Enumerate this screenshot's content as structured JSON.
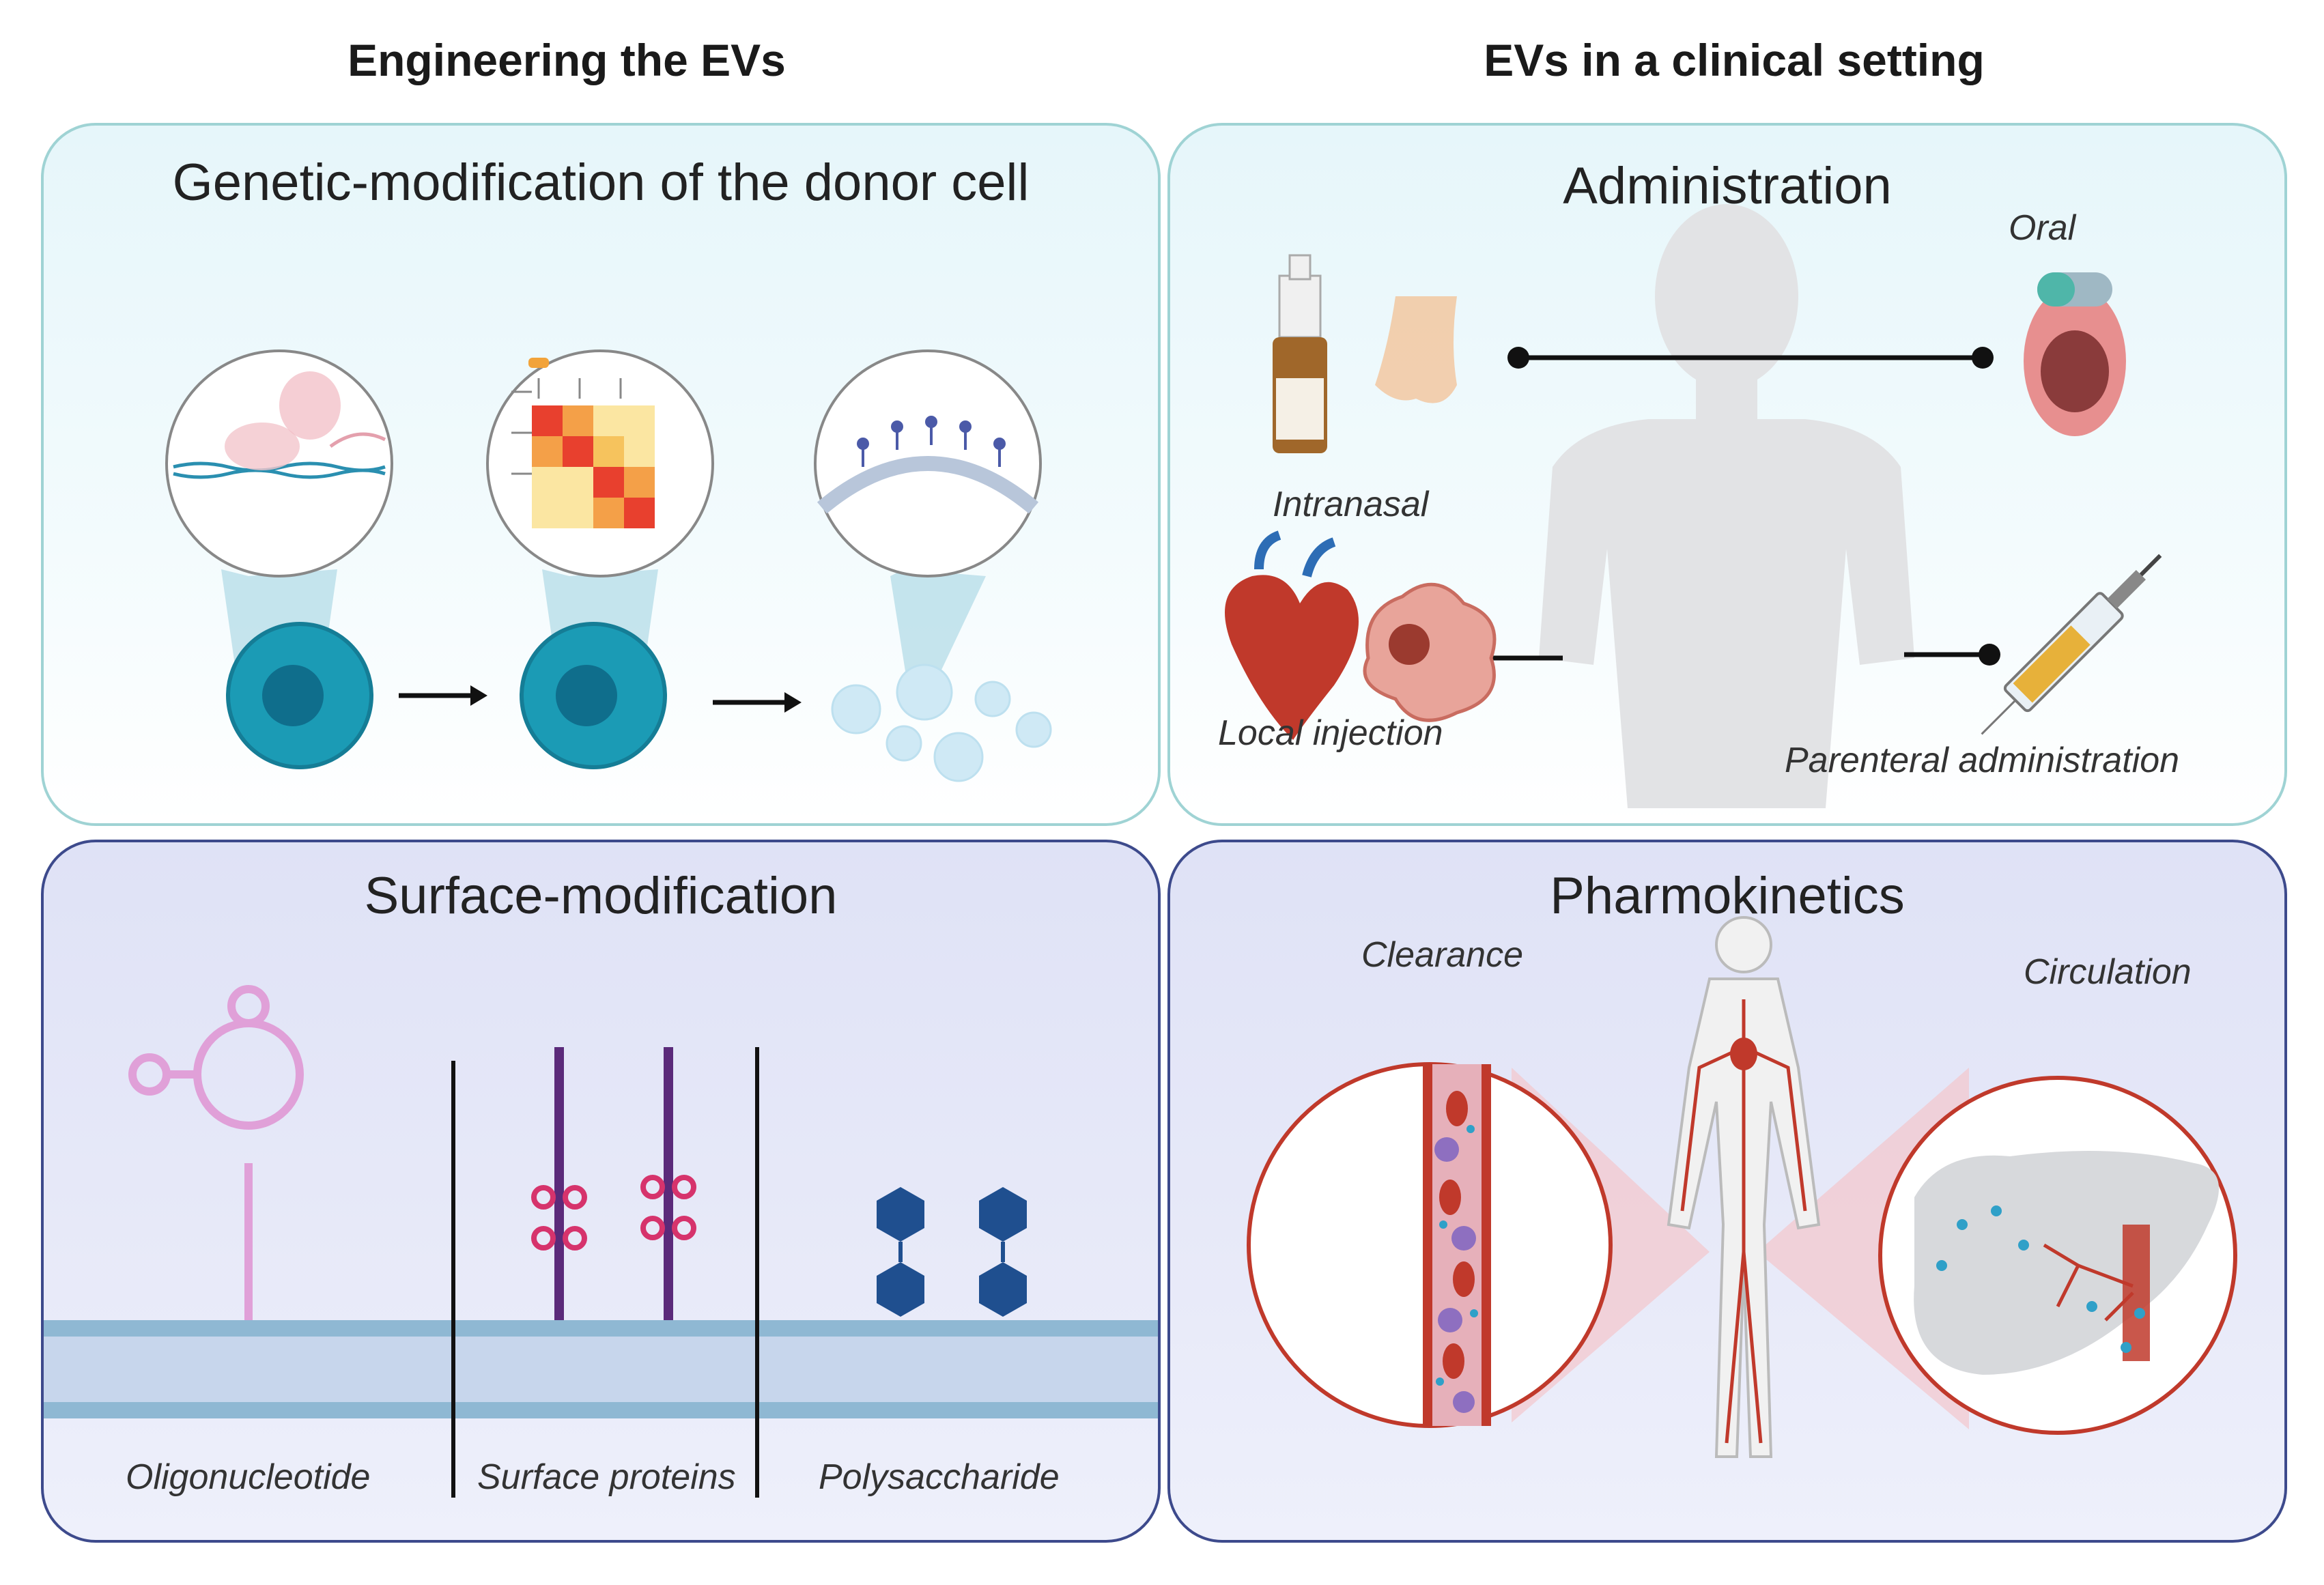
{
  "headers": {
    "left": "Engineering the EVs",
    "right": "EVs in a clinical setting"
  },
  "panels": {
    "genetic": {
      "title": "Genetic-modification of the donor cell"
    },
    "administration": {
      "title": "Administration",
      "labels": {
        "oral": "Oral",
        "intranasal": "Intranasal",
        "local": "Local injection",
        "parenteral": "Parenteral administration"
      }
    },
    "surface": {
      "title": "Surface-modification",
      "labels": {
        "oligo": "Oligonucleotide",
        "proteins": "Surface proteins",
        "poly": "Polysaccharide"
      }
    },
    "pharmo": {
      "title": "Pharmokinetics",
      "labels": {
        "clearance": "Clearance",
        "circulation": "Circulation"
      }
    }
  },
  "colors": {
    "cell_teal": "#1b9bb5",
    "cell_core": "#0f6e8c",
    "ev_bubble": "#cfe9f5",
    "protein_purple": "#5b2a7a",
    "protein_pink": "#d6336c",
    "sugar_navy": "#1f4f8f",
    "oligo_pink": "#e0a0d8",
    "vessel_red": "#c0392b",
    "liver_grey": "#d7d9dc"
  }
}
